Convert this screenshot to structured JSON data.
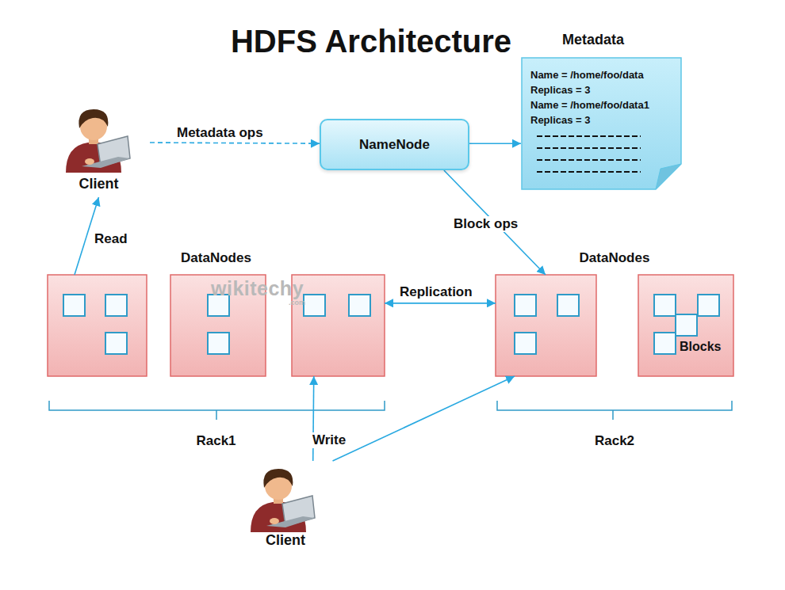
{
  "diagram": {
    "title": "HDFS Architecture",
    "nodes": [
      {
        "text": [
          "Client"
        ]
      },
      {
        "text": [
          "NameNode"
        ]
      },
      {
        "text": [
          "Metadata",
          "Name = /home/foo/data",
          "Replicas = 3",
          "Name = /home/foo/data1",
          "Replicas = 3"
        ]
      },
      {
        "text": [
          "DataNodes",
          "Rack1"
        ]
      },
      {
        "text": [
          "DataNodes",
          "Rack2"
        ]
      },
      {
        "text": [
          "Blocks"
        ],
        "in": 4
      },
      {
        "text": [
          "Client"
        ]
      }
    ],
    "edges": [
      {
        "from": 0,
        "to": 1,
        "label": "Metadata ops",
        "arrow": "to"
      },
      {
        "from": 1,
        "to": 2,
        "arrow": "to"
      },
      {
        "from": 1,
        "to": 4,
        "label": "Block ops",
        "arrow": "to"
      },
      {
        "from": 3,
        "to": 0,
        "label": "Read",
        "arrow": "to"
      },
      {
        "from": 3,
        "to": 4,
        "label": "Replication",
        "arrow": "both"
      },
      {
        "from": 6,
        "to": 3,
        "label": "Write",
        "arrow": "to"
      },
      {
        "from": 6,
        "to": 4,
        "arrow": "to"
      }
    ],
    "labels": [
      "wikitechy",
      ".com"
    ]
  }
}
